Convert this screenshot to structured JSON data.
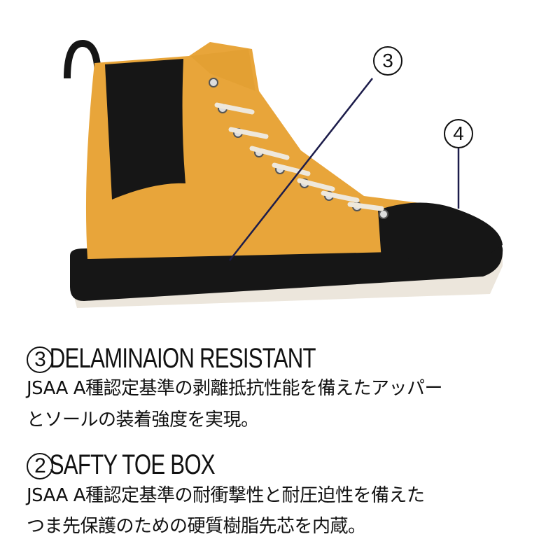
{
  "callouts": {
    "c3": "3",
    "c4": "4"
  },
  "sections": [
    {
      "num": "3",
      "title": "DELAMINAION RESISTANT",
      "lines": [
        "JSAA A種認定基準の剥離抵抗性能を備えたアッパー",
        "とソールの装着強度を実現。"
      ]
    },
    {
      "num": "2",
      "title": "SAFTY TOE BOX",
      "lines": [
        "JSAA A種認定基準の耐衝撃性と耐圧迫性を備えた",
        "つま先保護のための硬質樹脂先芯を内蔵。"
      ]
    }
  ],
  "colors": {
    "upper": "#e8a53a",
    "sole": "#161616",
    "outsole": "#ece6dc",
    "callout_line": "#1c1c4a"
  }
}
